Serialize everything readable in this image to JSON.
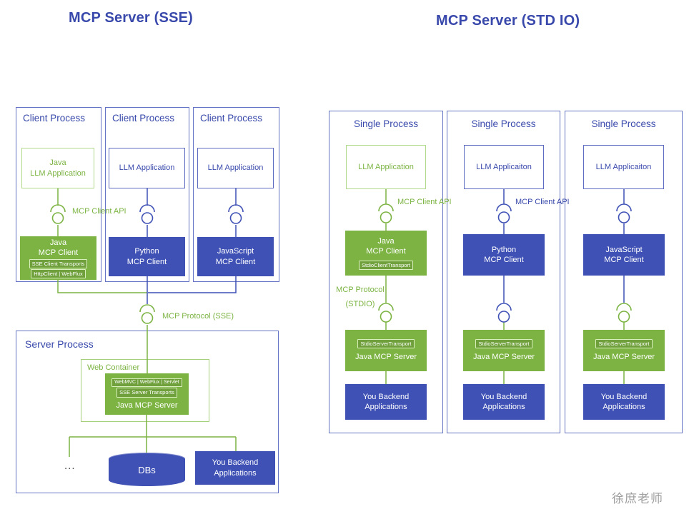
{
  "colors": {
    "indigo": "#3f51b5",
    "green": "#7cb342",
    "title_text": "#3949ab",
    "watermark_gray": "#9e9e9e"
  },
  "titles": {
    "sse": "MCP Server (SSE)",
    "stdio": "MCP Server (STD IO)"
  },
  "left": {
    "client_processes": [
      {
        "label": "Client Process",
        "app_line1": "Java",
        "app_line2": "LLM Application",
        "api_label": "MCP Client API",
        "client_line1": "Java",
        "client_line2": "MCP Client",
        "transport1": "SSE Client Transports",
        "transport2": "HttpClient | WebFlux"
      },
      {
        "label": "Client Process",
        "app_line1": "LLM Application",
        "client_line1": "Python",
        "client_line2": "MCP Client"
      },
      {
        "label": "Client Process",
        "app_line1": "LLM Application",
        "client_line1": "JavaScript",
        "client_line2": "MCP Client"
      }
    ],
    "protocol_label": "MCP Protocol (SSE)",
    "server_process": {
      "label": "Server Process",
      "web_container": "Web Container",
      "server_transport1": "WebMVC | WebFlux | Servlet",
      "server_transport2": "SSE Server Transports",
      "server_label": "Java MCP Server",
      "ellipsis": "...",
      "db": "DBs",
      "backend_line1": "You Backend",
      "backend_line2": "Applications"
    }
  },
  "right": {
    "single_processes": [
      {
        "label": "Single Process",
        "app": "LLM Application",
        "api_label": "MCP Client API",
        "client_line1": "Java",
        "client_line2": "MCP Client",
        "client_transport": "StdioClientTransport",
        "protocol_line1": "MCP Protocol",
        "protocol_line2": "(STDIO)",
        "server_transport": "StdioServerTransport",
        "server_label": "Java MCP Server",
        "backend_line1": "You Backend",
        "backend_line2": "Applications"
      },
      {
        "label": "Single Process",
        "app": "LLM Applicaiton",
        "api_label": "MCP Client API",
        "client_line1": "Python",
        "client_line2": "MCP Client",
        "server_transport": "StdioServerTransport",
        "server_label": "Java MCP Server",
        "backend_line1": "You Backend",
        "backend_line2": "Applications"
      },
      {
        "label": "Single Process",
        "app": "LLM Applicaiton",
        "client_line1": "JavaScript",
        "client_line2": "MCP Client",
        "server_transport": "StdioServerTransport",
        "server_label": "Java MCP Server",
        "backend_line1": "You Backend",
        "backend_line2": "Applications"
      }
    ]
  },
  "watermark": "徐庶老师"
}
